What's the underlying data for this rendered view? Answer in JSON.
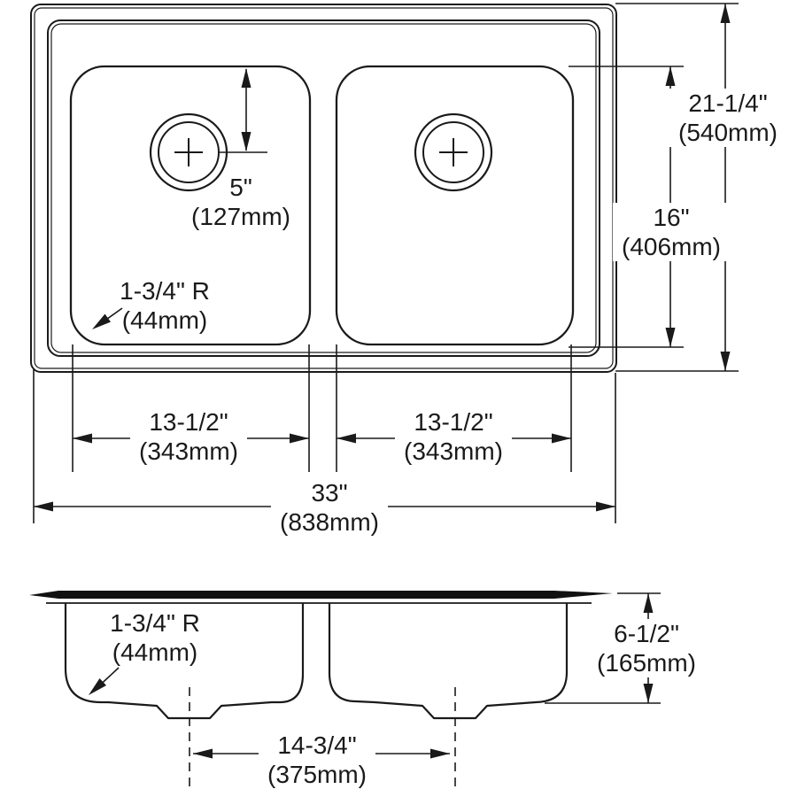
{
  "diagram": {
    "type": "technical-drawing",
    "subject": "double-bowl-sink",
    "colors": {
      "line": "#1a1a1a",
      "background": "#ffffff"
    },
    "labels": {
      "five": {
        "l1": "5\"",
        "l2": "(127mm)"
      },
      "radius_top": {
        "l1": "1-3/4\" R",
        "l2": "(44mm)"
      },
      "d2114": {
        "l1": "21-1/4\"",
        "l2": "(540mm)"
      },
      "d16": {
        "l1": "16\"",
        "l2": "(406mm)"
      },
      "d1312_left": {
        "l1": "13-1/2\"",
        "l2": "(343mm)"
      },
      "d1312_right": {
        "l1": "13-1/2\"",
        "l2": "(343mm)"
      },
      "d33": {
        "l1": "33\"",
        "l2": "(838mm)"
      },
      "radius_side": {
        "l1": "1-3/4\" R",
        "l2": "(44mm)"
      },
      "d1434": {
        "l1": "14-3/4\"",
        "l2": "(375mm)"
      },
      "d612": {
        "l1": "6-1/2\"",
        "l2": "(165mm)"
      }
    }
  }
}
